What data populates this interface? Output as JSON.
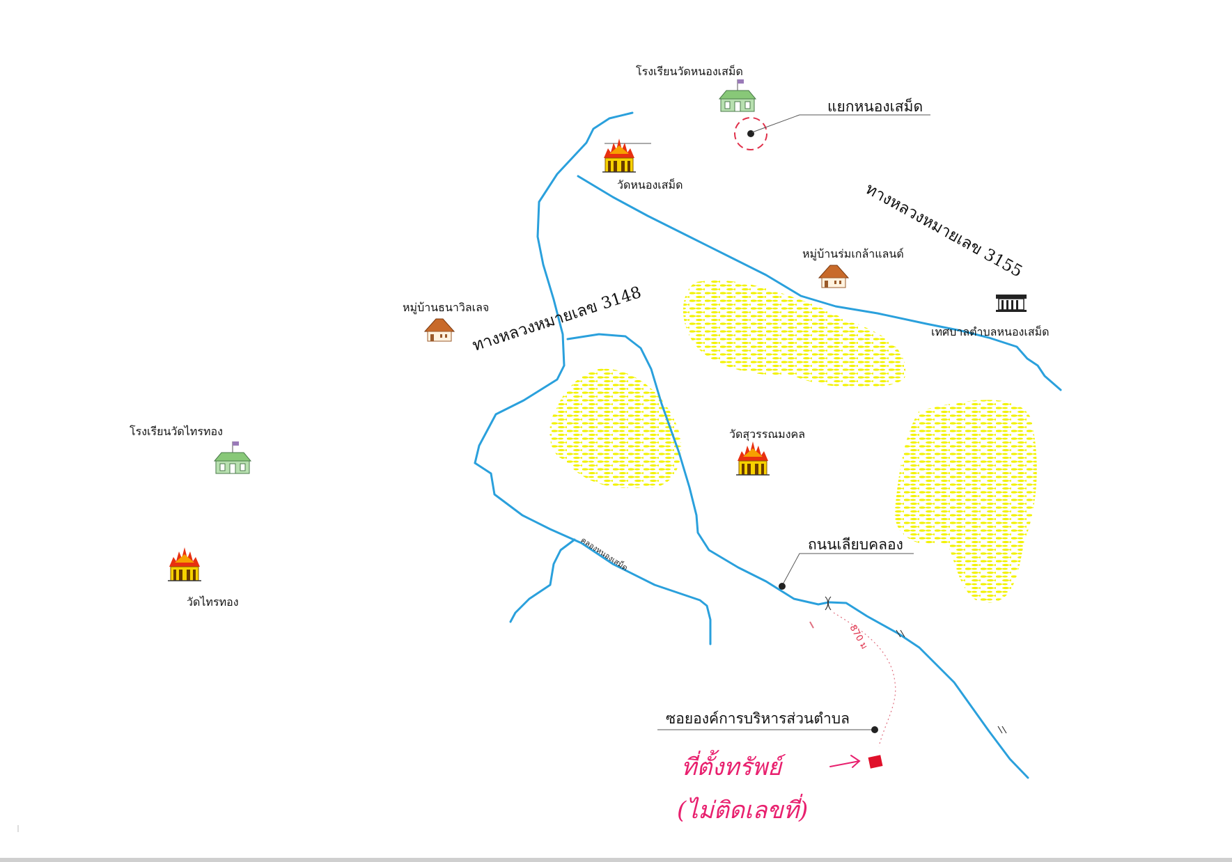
{
  "labels": {
    "school_nong_samet": "โรงเรียนวัดหนองเสม็ด",
    "junction_nong_samet": "แยกหนองเสม็ด",
    "temple_nong_samet": "วัดหนองเสม็ด",
    "highway_3155": "ทางหลวงหมายเลข 3155",
    "village_rom_klao": "หมู่บ้านร่มเกล้าแลนด์",
    "village_thana": "หมู่บ้านธนาวิลเลจ",
    "highway_3148": "ทางหลวงหมายเลข 3148",
    "municipality": "เทศบาลตำบลหนองเสม็ด",
    "school_thai_thong": "โรงเรียนวัดไทรทอง",
    "temple_suwan": "วัดสุวรรณมงคล",
    "temple_thai_thong": "วัดไทรทอง",
    "canal_road": "ถนนเลียบคลอง",
    "canal_name": "คลองหนองเสม็ด",
    "soi_obt": "ซอยองค์การบริหารส่วนตำบล",
    "distance": "870 ม",
    "handwritten_line1": "ที่ตั้งทรัพย์",
    "handwritten_line2": "(ไม่ติดเลขที่)"
  },
  "icons": [
    "school-icon",
    "temple-icon",
    "house-icon",
    "municipal-building-icon",
    "rice-field-pattern",
    "property-marker-icon",
    "arrow-icon"
  ],
  "colors": {
    "road": "#2aa0dc",
    "field": "#f2f200",
    "junction_circle": "#e0304a",
    "handwriting": "#e8206e",
    "property_marker": "#e0102a",
    "temple_roof": "#e83010",
    "temple_body": "#f7d200",
    "school_body": "#a8d8a0"
  }
}
